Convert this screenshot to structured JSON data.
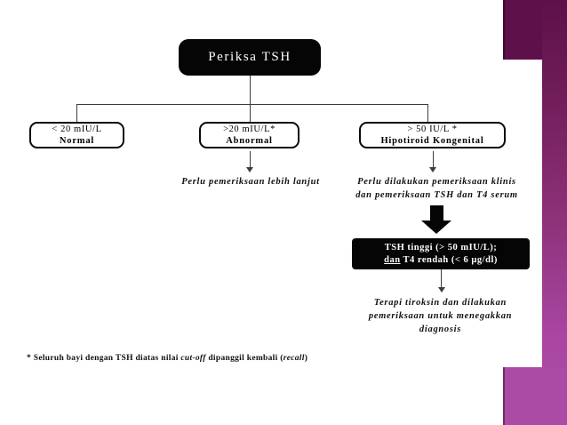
{
  "slide": {
    "title_node": {
      "label": "Periksa TSH"
    },
    "branches": [
      {
        "name": "normal",
        "line1": "< 20 mIU/L",
        "line2": "Normal"
      },
      {
        "name": "abnormal",
        "line1": ">20 mIU/L*",
        "line2": "Abnormal"
      },
      {
        "name": "congenital",
        "line1": "> 50 IU/L *",
        "line2": "Hipotiroid Kongenital"
      }
    ],
    "annotations": {
      "abnormal_note": "Perlu pemeriksaan  lebih  lanjut",
      "congenital_note_line1": "Perlu dilakukan  pemeriksaan  klinis",
      "congenital_note_line2": "dan pemeriksaan  TSH  dan  T4 serum",
      "conclusion_line1": "Terapi tiroksin dan dilakukan",
      "conclusion_line2": "pemeriksaan untuk menegakkan",
      "conclusion_line3": "diagnosis"
    },
    "result_node": {
      "line1": "TSH  tinggi (> 50 mIU/L);",
      "line2_underlined": "dan",
      "line2_rest": " T4 rendah (< 6 µg/dl)"
    },
    "footnote": {
      "marker": "*",
      "part1": " Seluruh bayi dengan TSH diatas nilai ",
      "italic1": "cut-off",
      "part2": " dipanggil kembali (",
      "italic2": "recall",
      "part3": ")"
    },
    "colors": {
      "title_bg": "#050505",
      "title_fg": "#ffffff",
      "deco_dark_purple": "#5d1049",
      "deco_magenta": "#ab4ba6",
      "connector": "#3d3d3d"
    }
  }
}
